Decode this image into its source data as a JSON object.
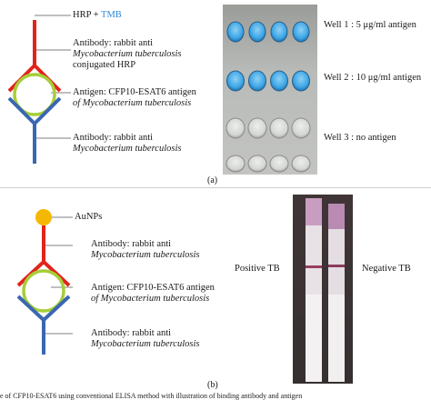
{
  "panel_a": {
    "hrp_text": "HRP + ",
    "tmb_text": "TMB",
    "antibody_top": [
      "Antibody: rabbit anti",
      "Mycobacterium tuberculosis",
      "conjugated HRP"
    ],
    "antigen": [
      "Antigen: CFP10-ESAT6 antigen",
      "of Mycobacterium tuberculosis"
    ],
    "antibody_bottom": [
      "Antibody: rabbit anti",
      "Mycobacterium tuberculosis"
    ],
    "wells": [
      {
        "label": "Well 1 : 5 μg/ml antigen",
        "state": "dark blue"
      },
      {
        "label": "Well 2 : 10 μg/ml antigen",
        "state": "bright blue"
      },
      {
        "label": "Well 3 : no antigen",
        "state": "clear"
      }
    ],
    "caption": "(a)"
  },
  "panel_b": {
    "aunps": "AuNPs",
    "antibody_top": [
      "Antibody: rabbit anti",
      "Mycobacterium tuberculosis"
    ],
    "antigen": [
      "Antigen: CFP10-ESAT6 antigen",
      "of Mycobacterium tuberculosis"
    ],
    "antibody_bottom": [
      "Antibody: rabbit anti",
      "Mycobacterium tuberculosis"
    ],
    "positive": "Positive TB",
    "negative": "Negative TB",
    "caption": "(b)"
  },
  "colors": {
    "antibody_red": "#e2231a",
    "antigen_green": "#a6ce39",
    "antibody_blue": "#3a67b1",
    "aunp_gold": "#f5b800",
    "tmb_blue": "#2f8ad8"
  },
  "bottom_text": "e of CFP10-ESAT6 using conventional ELISA method with illustration of binding antibody and antigen"
}
